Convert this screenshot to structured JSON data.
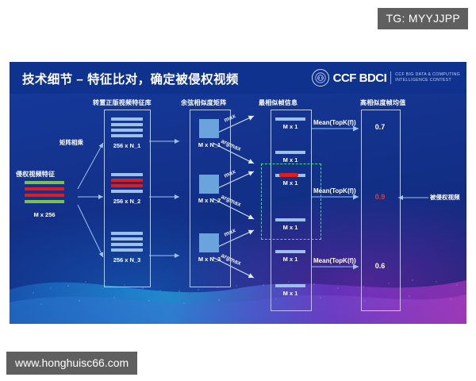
{
  "watermarks": {
    "top": "TG: MYYJJPP",
    "bottom": "www.honghuisc66.com"
  },
  "slide": {
    "title": "技术细节 – 特征比对，确定被侵权视频",
    "logo": {
      "mark": "CCF BDCI",
      "tagline_line1": "CCF BIG DATA & COMPUTING",
      "tagline_line2": "INTELLIGENCE CONTEST"
    }
  },
  "diagram": {
    "columns": {
      "input_header": "侵权视频特征",
      "input_shape": "M x 256",
      "multiply_label": "矩阵相乘",
      "library_header": "转置正版视频特征库",
      "similarity_header": "余弦相似度矩阵",
      "frames_header": "最相似帧信息",
      "mean_header": "高相似度帧均值",
      "output_label": "被侵权视频"
    },
    "library_items": [
      {
        "label": "256 x N_1",
        "highlight": false
      },
      {
        "label": "256 x N_2",
        "highlight": true
      },
      {
        "label": "256 x N_3",
        "highlight": false
      }
    ],
    "similarity_items": [
      {
        "label": "M x N_1"
      },
      {
        "label": "M x N_2"
      },
      {
        "label": "M x N_3"
      }
    ],
    "frame_items": [
      {
        "label": "M x 1",
        "highlight": false
      },
      {
        "label": "M x 1",
        "highlight": false
      },
      {
        "label": "M x 1",
        "highlight": true
      },
      {
        "label": "M x 1",
        "highlight": false
      },
      {
        "label": "M x 1",
        "highlight": false
      },
      {
        "label": "M x 1",
        "highlight": false
      }
    ],
    "op_labels": {
      "max": "max",
      "argmax": "argmax",
      "mean_topk": "Mean(TopK(f))"
    },
    "scores": [
      {
        "value": "0.7",
        "highlight": false
      },
      {
        "value": "0.9",
        "highlight": true
      },
      {
        "value": "0.6",
        "highlight": false
      }
    ]
  },
  "colors": {
    "slide_header": "#10328f",
    "highlight_red": "#e01c1c",
    "score_red": "#e8372d",
    "dashed_green": "#53d69a",
    "bar_blue": "#9dc0e8",
    "square_blue": "#6ba3dd",
    "watermark_gray": "#5f5f5f"
  }
}
